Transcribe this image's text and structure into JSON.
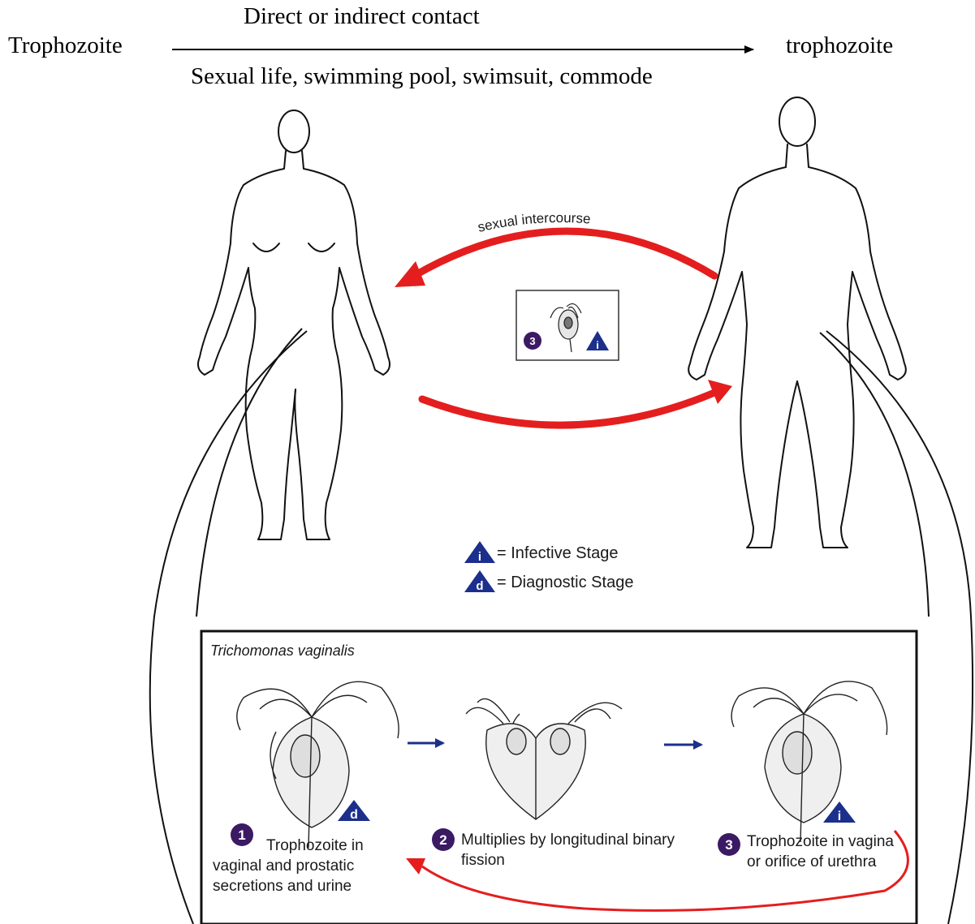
{
  "header": {
    "source_label": "Trophozoite",
    "target_label": "trophozoite",
    "above_arrow": "Direct or indirect contact",
    "below_arrow": "Sexual life, swimming pool, swimsuit, commode"
  },
  "cycle": {
    "top_arrow_label": "sexual intercourse",
    "center_badge": "3",
    "center_badge_stage": "i"
  },
  "legend": {
    "infective": {
      "symbol": "i",
      "text": "= Infective Stage"
    },
    "diagnostic": {
      "symbol": "d",
      "text": "= Diagnostic Stage"
    }
  },
  "panel": {
    "title": "Trichomonas vaginalis",
    "steps": [
      {
        "number": "1",
        "stage": "d",
        "text": "Trophozoite in vaginal and prostatic secretions and urine"
      },
      {
        "number": "2",
        "text": "Multiplies by longitudinal binary fission"
      },
      {
        "number": "3",
        "stage": "i",
        "text": "Trophozoite in vagina or orifice of urethra"
      }
    ]
  },
  "colors": {
    "arrow_red": "#e41e1e",
    "badge_purple": "#3b1a63",
    "triangle_blue": "#1c2f8c"
  }
}
